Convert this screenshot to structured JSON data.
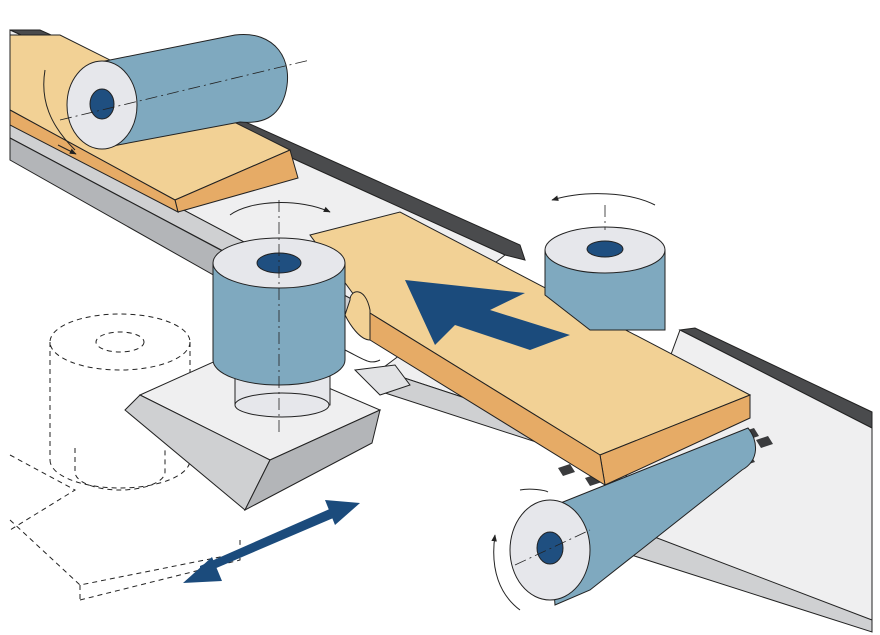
{
  "diagram": {
    "kind": "planer-moulder-feed-illustration",
    "labels": [],
    "colors": {
      "background": "#ffffff",
      "table_light": "#efeff0",
      "table_side": "#cfd0d2",
      "table_dark": "#b3b5b8",
      "fence_dark": "#4a4b4d",
      "wood_top": "#f2d195",
      "wood_side": "#e6ab66",
      "roller_body": "#7fa9bf",
      "roller_end": "#e6e7eb",
      "roller_bore": "#1f4f80",
      "arrow_blue": "#1b4b7c",
      "outline": "#222222"
    },
    "parts": [
      "top-feed-roller",
      "upper-workpiece",
      "conveyor-table",
      "right-fence",
      "main-workpiece",
      "feed-direction-arrow",
      "left-vertical-spindle",
      "right-vertical-spindle",
      "spindle-sled",
      "spindle-ghost-position",
      "bottom-feed-roller",
      "adjustment-double-arrow"
    ]
  }
}
